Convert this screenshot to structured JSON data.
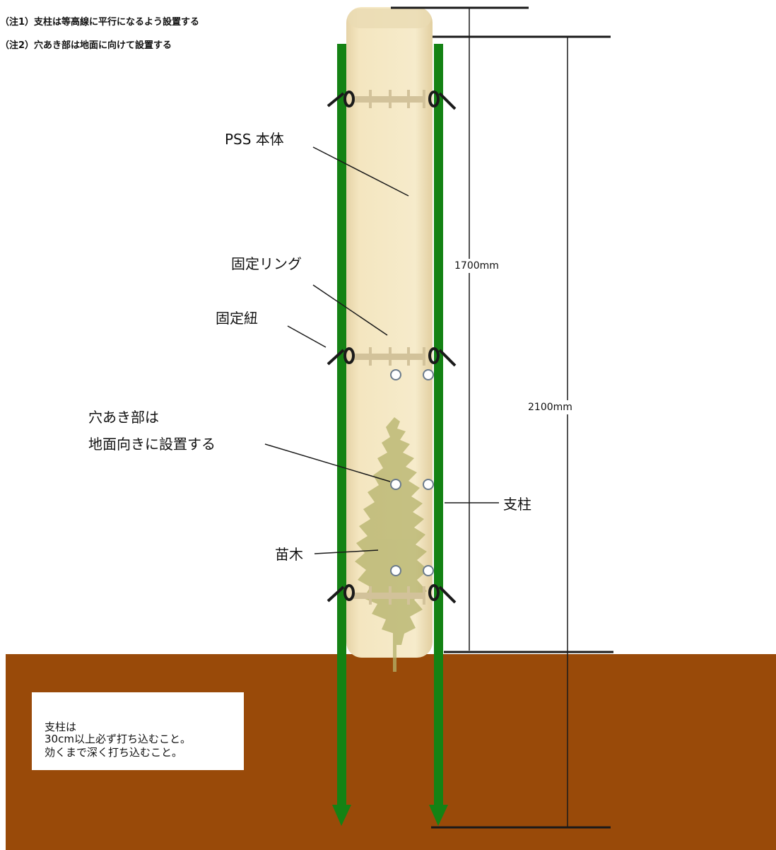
{
  "notes": {
    "note1": "（注1）支柱は等高線に平行になるよう設置する",
    "note2": "（注2）穴あき部は地面に向けて設置する"
  },
  "labels": {
    "pss_body": "PSS 本体",
    "fixing_ring": "固定リング",
    "fixing_string": "固定紐",
    "holes_line1": "穴あき部は",
    "holes_line2": "地面向きに設置する",
    "post": "支柱",
    "seedling": "苗木"
  },
  "dimensions": {
    "above_ground": "1700mm",
    "total_post": "2100mm"
  },
  "instruction": {
    "line1": "支柱は",
    "line2": "30cm以上必ず打ち込むこと。",
    "line3": "効くまで深く打ち込むこと。"
  },
  "colors": {
    "ground": "#994A09",
    "post": "#148214",
    "tube": "#F4E6C0",
    "ring": "#D2C29A",
    "leaf": "#B4B26A",
    "hole": "#6B7B8C"
  }
}
